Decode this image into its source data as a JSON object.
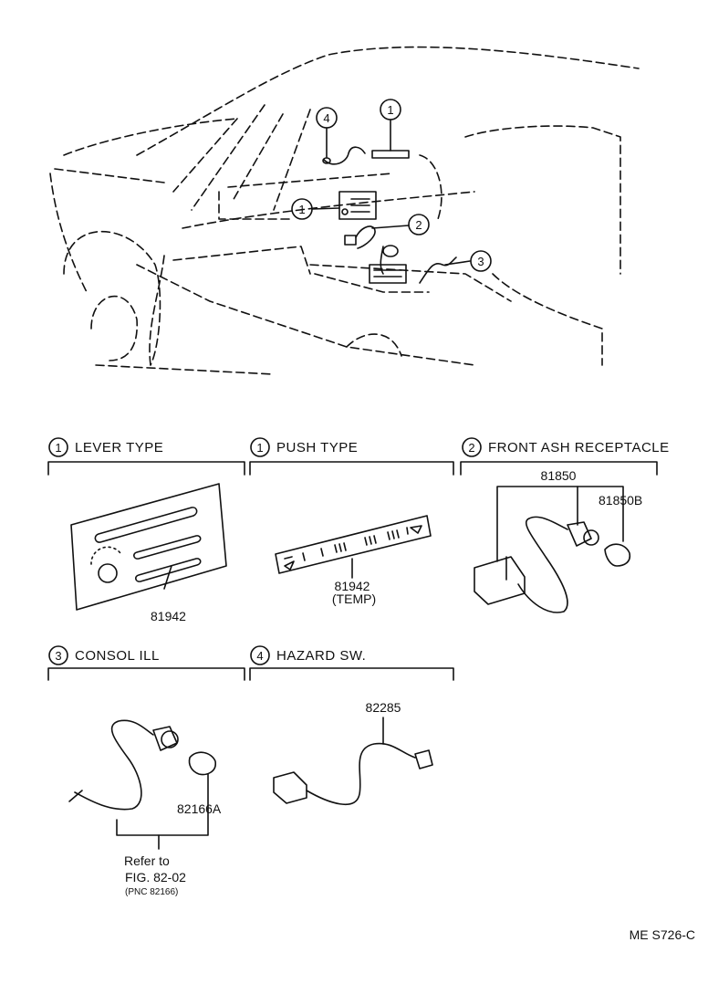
{
  "callouts": {
    "top_lever": "1",
    "left_lever": "1",
    "ash": "2",
    "consol": "3",
    "hazard": "4"
  },
  "sections": {
    "lever": {
      "num": "1",
      "title": "LEVER TYPE",
      "part": "81942"
    },
    "push": {
      "num": "1",
      "title": "PUSH TYPE",
      "part": "81942",
      "part_note": "(TEMP)"
    },
    "ash": {
      "num": "2",
      "title": "FRONT ASH RECEPTACLE",
      "part": "81850",
      "part_b": "81850B"
    },
    "consol": {
      "num": "3",
      "title": "CONSOL ILL",
      "part": "82166A",
      "refer1": "Refer to",
      "refer2": "FIG. 82-02",
      "refer3": "(PNC 82166)"
    },
    "hazard": {
      "num": "4",
      "title": "HAZARD SW.",
      "part": "82285"
    }
  },
  "footer_code": "ME  S726-C"
}
